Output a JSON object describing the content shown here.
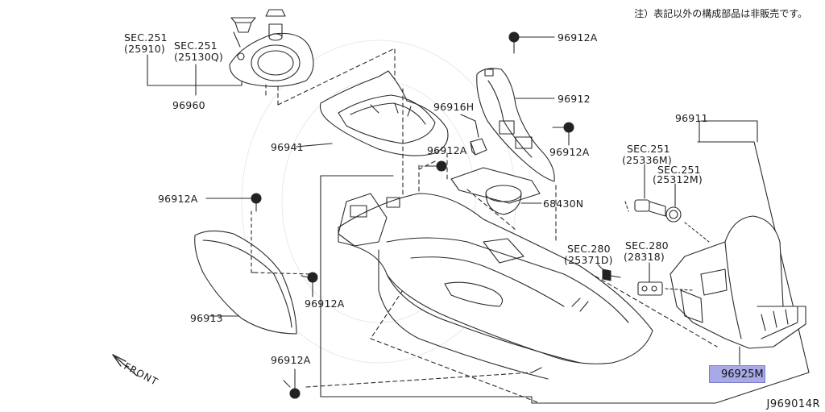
{
  "note": "注）表記以外の構成部品は非販売です。",
  "diagram_code": "J969014R",
  "front_label": "FRONT",
  "highlight_color": "#a8a9e6",
  "labels": {
    "sec251_25910_a": "SEC.251",
    "sec251_25910_b": "(25910)",
    "sec251_25130q_a": "SEC.251",
    "sec251_25130q_b": "(25130Q)",
    "p96960": "96960",
    "p96941": "96941",
    "p96912a_top": "96912A",
    "p96912": "96912",
    "p96916h": "96916H",
    "p96912a_mid_right": "96912A",
    "p96912a_mid_center": "96912A",
    "p68430n": "68430N",
    "p96911": "96911",
    "sec251_25336m_a": "SEC.251",
    "sec251_25336m_b": "(25336M)",
    "sec251_25312m_a": "SEC.251",
    "sec251_25312m_b": "(25312M)",
    "p96912a_left": "96912A",
    "sec280_25371d_a": "SEC.280",
    "sec280_25371d_b": "(25371D)",
    "sec280_28318_a": "SEC.280",
    "sec280_28318_b": "(28318)",
    "p96913": "96913",
    "p96912a_lower_left": "96912A",
    "p96912a_bottom": "96912A",
    "p96925m": "96925M"
  }
}
